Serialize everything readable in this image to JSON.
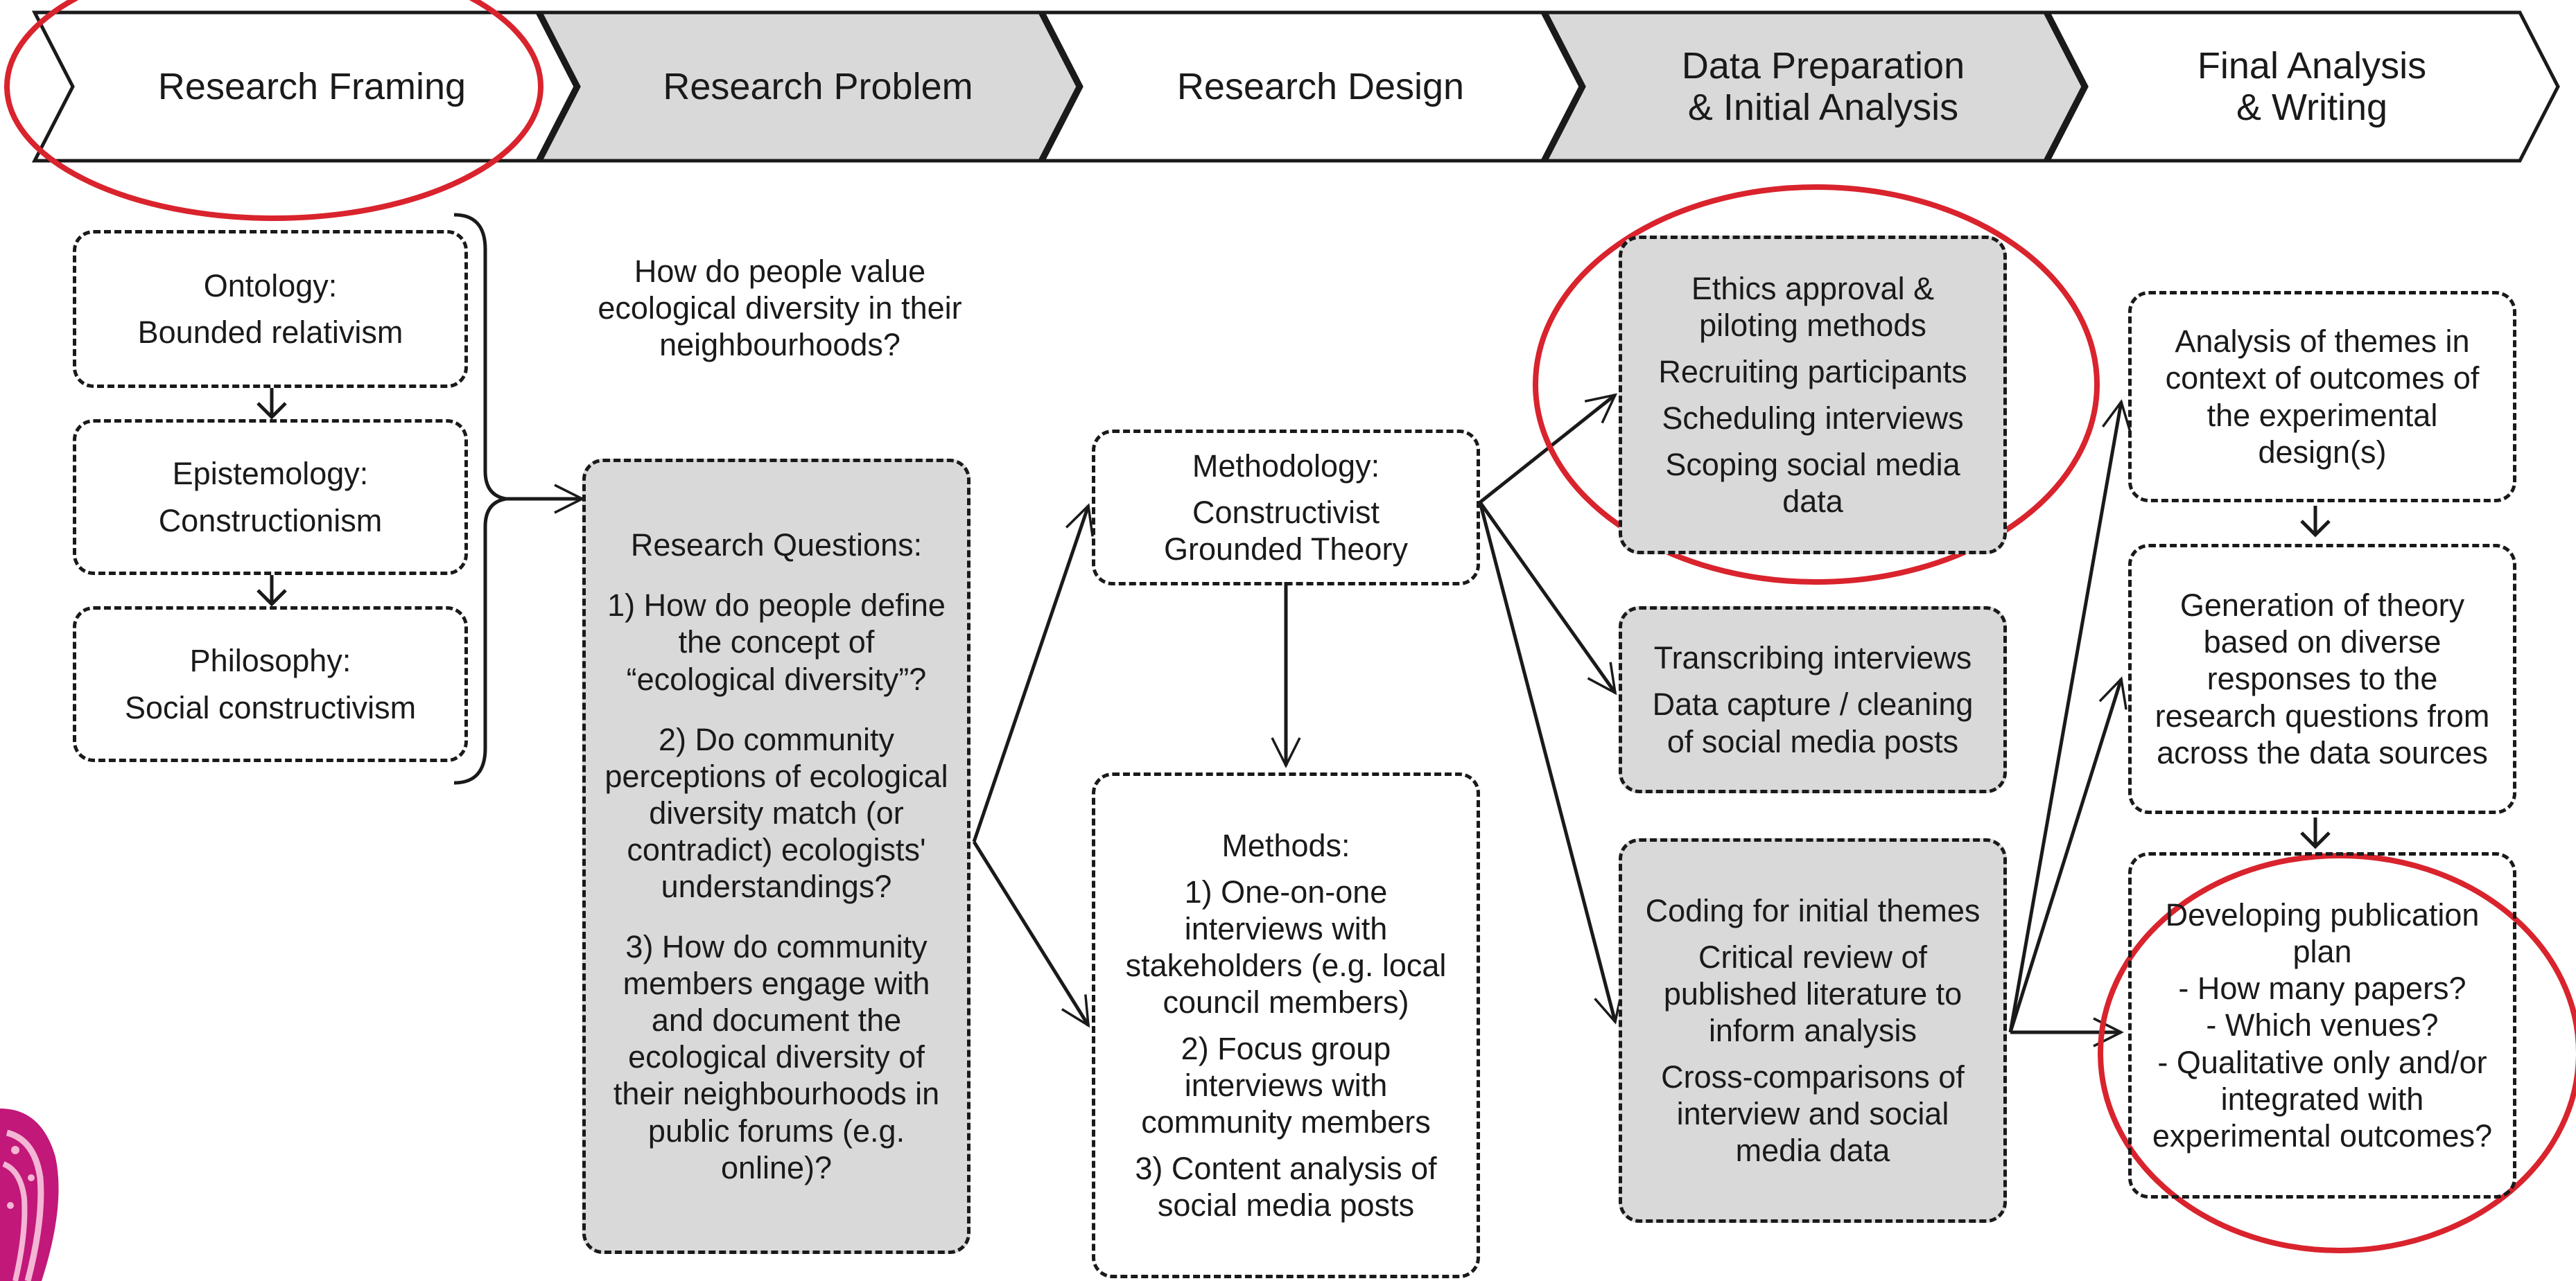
{
  "stages": [
    {
      "label": "Research Framing"
    },
    {
      "label": "Research Problem"
    },
    {
      "label": "Research Design"
    },
    {
      "label": "Data Preparation\n& Initial Analysis"
    },
    {
      "label": "Final Analysis\n& Writing"
    }
  ],
  "framing": {
    "ontology": {
      "title": "Ontology:",
      "value": "Bounded relativism"
    },
    "epistemology": {
      "title": "Epistemology:",
      "value": "Constructionism"
    },
    "philosophy": {
      "title": "Philosophy:",
      "value": "Social constructivism"
    }
  },
  "problem": {
    "question": "How do people value ecological diversity in their neighbourhoods?",
    "rq_title": "Research Questions:",
    "rq": [
      "1) How do people define the concept of “ecological diversity”?",
      "2) Do community perceptions of ecological diversity match (or contradict) ecologists' understandings?",
      "3) How do community members engage with and document the ecological diversity of their neighbourhoods in public forums (e.g. online)?"
    ]
  },
  "design": {
    "methodology_title": "Methodology:",
    "methodology_value": "Constructivist Grounded Theory",
    "methods_title": "Methods:",
    "methods": [
      "1) One-on-one interviews with stakeholders (e.g. local council members)",
      "2) Focus group interviews with community members",
      "3) Content analysis of social media posts"
    ]
  },
  "prep": {
    "box1": [
      "Ethics approval & piloting methods",
      "Recruiting participants",
      "Scheduling interviews",
      "Scoping social media data"
    ],
    "box2": [
      "Transcribing interviews",
      "Data capture / cleaning of social media posts"
    ],
    "box3": [
      "Coding for initial themes",
      "Critical review of published literature to inform analysis",
      "Cross-comparisons of interview and social media data"
    ]
  },
  "final": {
    "box1": "Analysis of themes in context of outcomes of the experimental design(s)",
    "box2": "Generation of theory based on diverse responses to the research questions from across the data sources",
    "box3": [
      "Developing publication plan",
      "- How many papers?",
      "- Which venues?",
      "- Qualitative only and/or integrated with experimental outcomes?"
    ]
  },
  "colors": {
    "ink": "#1a1a1a",
    "grey_fill": "#d9d9d9",
    "highlight_red": "#d9232d",
    "logo_magenta": "#c2187a"
  }
}
